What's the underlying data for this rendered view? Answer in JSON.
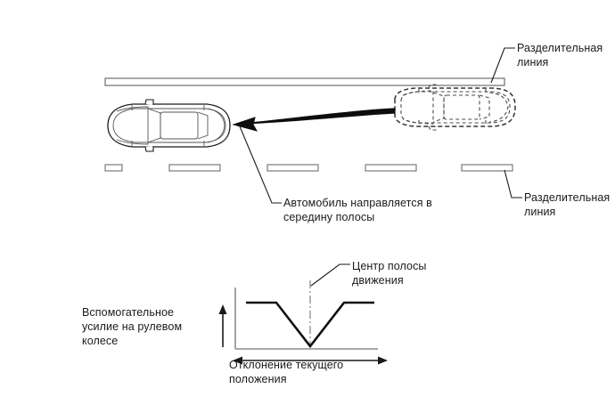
{
  "diagram": {
    "title": "Lane keeping assist diagram",
    "colors": {
      "ink": "#1a1a1a",
      "line_gray": "#808080",
      "marking_fill": "#ffffff",
      "marking_stroke": "#6e6e6e",
      "dashed_car": "#4d4d4d"
    },
    "labels": {
      "divider_line_top": "Разделительная\nлиния",
      "car_heading": "Автомобиль направляется в\nсередину полосы",
      "divider_line_bottom": "Разделительная\nлиния",
      "lane_center": "Центр полосы\nдвижения",
      "assist_force": "Вспомогательное\nусилие на рулевом\nколесе",
      "deviation": "Отклонение текущего\nположения"
    },
    "objects": {
      "divider_bar": "road-divider-line",
      "lane_markings_count": 5,
      "car_target": "car-top-view-solid",
      "car_current": "car-top-view-dashed",
      "trajectory": "curved-arrow-to-lane-center"
    }
  },
  "chart_data": {
    "type": "line",
    "title": "",
    "xlabel": "Отклонение текущего положения",
    "ylabel": "Вспомогательное усилие на рулевом колесе",
    "annotations": [
      "Центр полосы движения"
    ],
    "grid": false,
    "legend": false,
    "xlim": [
      0,
      1
    ],
    "ylim": [
      0,
      1
    ],
    "x": [
      0.0,
      0.24,
      0.52,
      0.8,
      1.0
    ],
    "values": [
      1.0,
      1.0,
      0.0,
      1.0,
      1.0
    ],
    "center_x": 0.52,
    "axis_arrows": {
      "y_axis_arrow": "up",
      "x_axis_arrow": "both"
    }
  }
}
